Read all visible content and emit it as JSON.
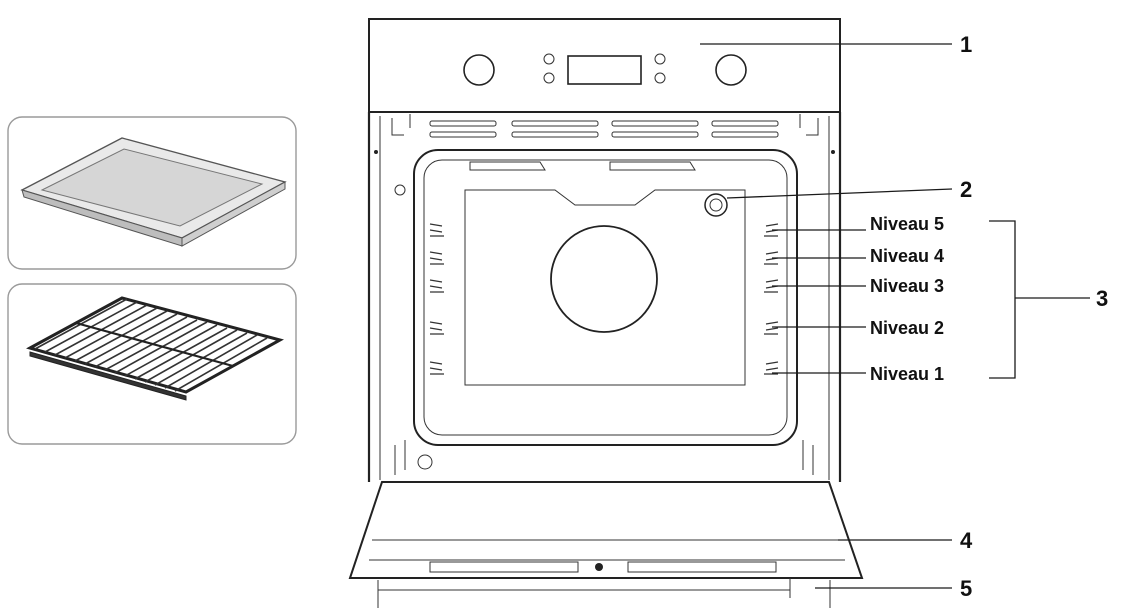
{
  "callouts": {
    "c1": "1",
    "c2": "2",
    "c3": "3",
    "c4": "4",
    "c5": "5"
  },
  "levels": [
    "Niveau 5",
    "Niveau 4",
    "Niveau 3",
    "Niveau 2",
    "Niveau 1"
  ],
  "accessories": [
    "baking-tray",
    "wire-rack"
  ]
}
